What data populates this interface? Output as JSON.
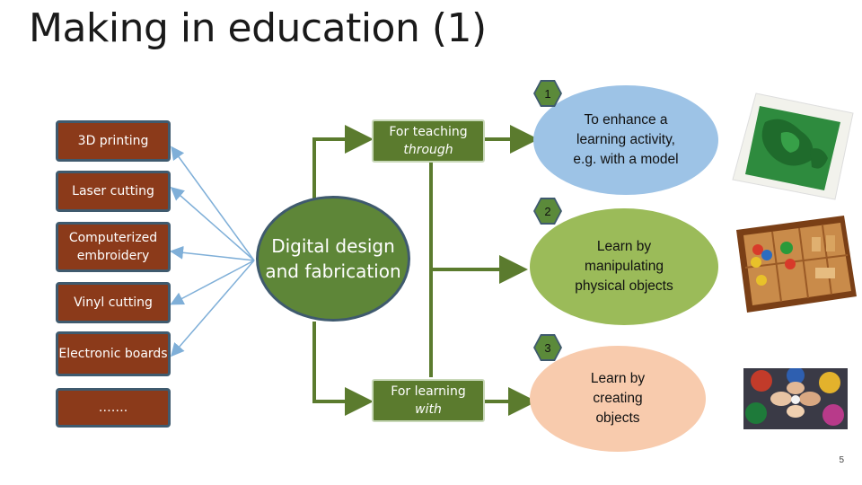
{
  "title": "Making in education (1)",
  "left_boxes": [
    {
      "label": "3D printing"
    },
    {
      "label": "Laser cutting"
    },
    {
      "label": "Computerized embroidery"
    },
    {
      "label": "Vinyl cutting"
    },
    {
      "label": "Electronic boards"
    },
    {
      "label": "……."
    }
  ],
  "center": {
    "label": "Digital design and fabrication"
  },
  "branches": {
    "teaching": {
      "line1": "For teaching",
      "line2": "through"
    },
    "learning": {
      "line1": "For learning",
      "line2": "with"
    }
  },
  "markers": [
    "1",
    "2",
    "3"
  ],
  "outcomes": [
    {
      "text": "To enhance a learning activity, e.g. with a model",
      "color": "#9DC3E6"
    },
    {
      "text": "Learn by manipulating physical objects",
      "color": "#9BBB59"
    },
    {
      "text": "Learn by creating objects",
      "color": "#F8CBAD"
    }
  ],
  "images": [
    "3d-terrain-model-photo",
    "wooden-blocks-box-photo",
    "hands-with-objects-photo"
  ],
  "colors": {
    "brown": "#8B3A1A",
    "green": "#5B7B2E",
    "arrow_blue": "#6FA8DC",
    "arrow_green": "#5B7B2E"
  },
  "page_number": "5"
}
